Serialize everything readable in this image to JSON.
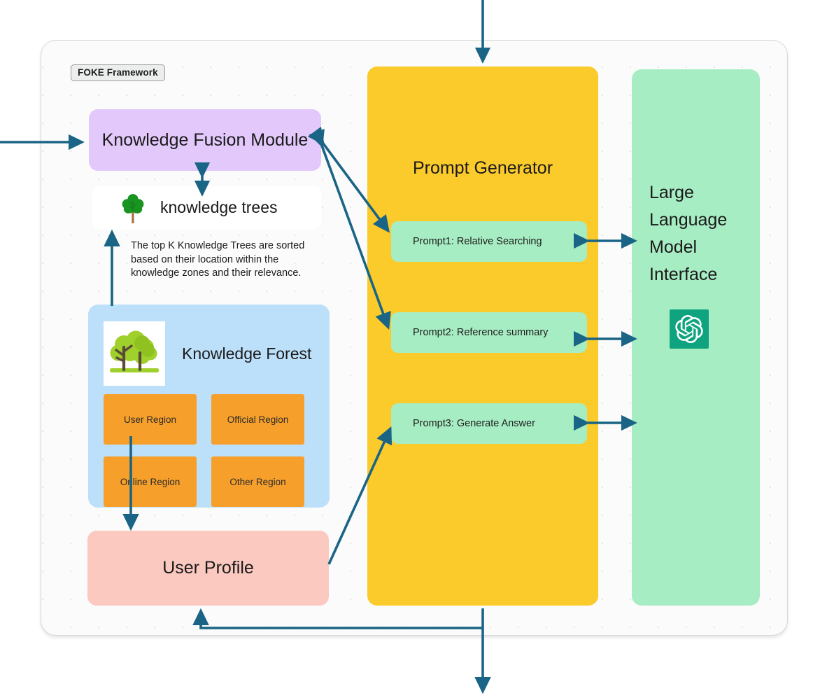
{
  "frame": {
    "label": "FOKE Framework"
  },
  "knowledge_fusion_module": {
    "label": "Knowledge Fusion Module"
  },
  "knowledge_trees": {
    "label": "knowledge trees",
    "icon": "tree-icon"
  },
  "note": {
    "text": "The top K Knowledge Trees are sorted based on their location within the knowledge zones and their relevance."
  },
  "knowledge_forest": {
    "title": "Knowledge Forest",
    "icon": "forest-icon",
    "regions": [
      {
        "label": "User Region"
      },
      {
        "label": "Official Region"
      },
      {
        "label": "Online Region"
      },
      {
        "label": "Other Region"
      }
    ]
  },
  "user_profile": {
    "label": "User Profile"
  },
  "prompt_generator": {
    "title": "Prompt Generator",
    "prompts": [
      {
        "label": "Prompt1: Relative Searching"
      },
      {
        "label": "Prompt2: Reference summary"
      },
      {
        "label": "Prompt3: Generate Answer"
      }
    ]
  },
  "llm_interface": {
    "title": "Large Language Model Interface",
    "logo": "openai-logo"
  },
  "colors": {
    "fusion_module": "#e3c9fb",
    "forest": "#bde0fa",
    "region": "#f79f2b",
    "user_profile": "#fbc9c0",
    "generator": "#fbcb2b",
    "prompt": "#a7edc3",
    "llm": "#a7edc3",
    "arrow": "#1a6485",
    "openai_brand": "#10a37f",
    "frame_bg": "#fbfbfb"
  }
}
